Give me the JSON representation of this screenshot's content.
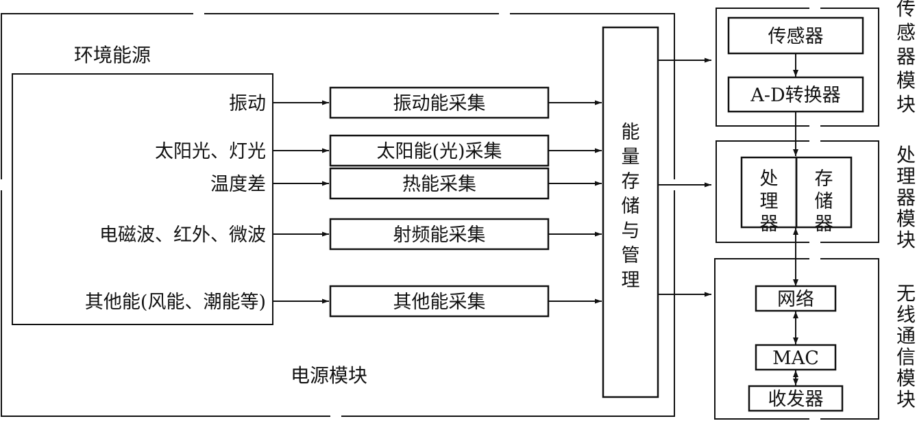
{
  "power_module": {
    "title": "电源模块",
    "env_title": "环境能源",
    "sources": [
      {
        "label": "振动",
        "harvester": "振动能采集"
      },
      {
        "label": "太阳光、灯光",
        "harvester": "太阳能(光)采集"
      },
      {
        "label": "温度差",
        "harvester": "热能采集"
      },
      {
        "label": "电磁波、红外、微波",
        "harvester": "射频能采集"
      },
      {
        "label": "其他能(风能、潮能等)",
        "harvester": "其他能采集"
      }
    ],
    "storage": [
      "能",
      "量",
      "存",
      "储",
      "与",
      "管",
      "理"
    ]
  },
  "sensor_module": {
    "label": [
      "传",
      "感",
      "器",
      "模",
      "块"
    ],
    "sensor": "传感器",
    "adc": "A-D转换器"
  },
  "processing_module": {
    "label": [
      "处",
      "理",
      "器",
      "模",
      "块"
    ],
    "processor": [
      "处",
      "理",
      "器"
    ],
    "memory": [
      "存",
      "储",
      "器"
    ]
  },
  "wireless_module": {
    "label": [
      "无",
      "线",
      "通",
      "信",
      "模",
      "块"
    ],
    "network": "网络",
    "mac": "MAC",
    "transceiver": "收发器"
  },
  "colors": {
    "line": "#111111",
    "background": "#ffffff"
  }
}
